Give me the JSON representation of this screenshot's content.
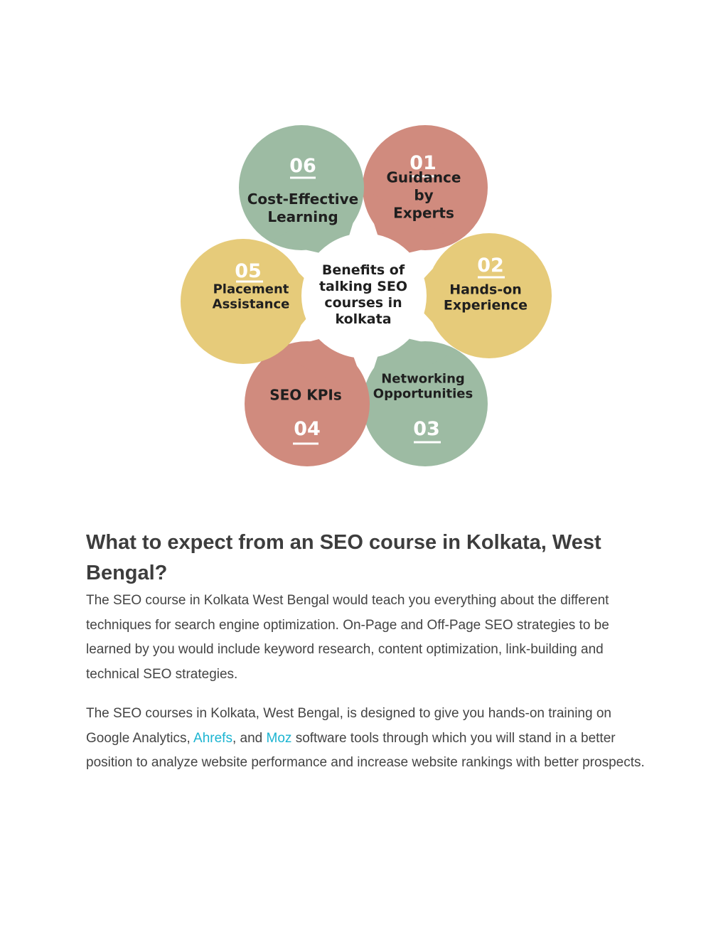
{
  "diagram": {
    "center_lines": [
      "Benefits of",
      "talking SEO",
      "courses in",
      "kolkata"
    ],
    "petals": [
      {
        "id": "p01",
        "number": "01",
        "lines": [
          "Guidance",
          "by",
          "Experts"
        ],
        "color": "#d08b7e"
      },
      {
        "id": "p02",
        "number": "02",
        "lines": [
          "Hands-on",
          "Experience"
        ],
        "color": "#e6cb7a"
      },
      {
        "id": "p03",
        "number": "03",
        "lines": [
          "Networking",
          "Opportunities"
        ],
        "color": "#9dbba3"
      },
      {
        "id": "p04",
        "number": "04",
        "lines": [
          "SEO KPIs"
        ],
        "color": "#d08b7e"
      },
      {
        "id": "p05",
        "number": "05",
        "lines": [
          "Placement",
          "Assistance"
        ],
        "color": "#e6cb7a"
      },
      {
        "id": "p06",
        "number": "06",
        "lines": [
          "Cost-Effective",
          "Learning"
        ],
        "color": "#9dbba3"
      }
    ]
  },
  "article": {
    "heading": "What to expect from an SEO course in Kolkata, West Bengal?",
    "paragraph1": "The SEO course in Kolkata West Bengal would teach you everything about the different techniques for search engine optimization. On-Page and Off-Page SEO strategies to be learned by you would include keyword research, content optimization, link-building and technical SEO strategies.",
    "paragraph2": {
      "before": "The SEO courses in Kolkata, West Bengal, is designed to give you hands-on training on Google Analytics, ",
      "link1": "Ahrefs",
      "middle": ", and ",
      "link2": "Moz",
      "after": " software tools through which you will stand in a better position to analyze website performance and increase website rankings with better prospects."
    }
  }
}
